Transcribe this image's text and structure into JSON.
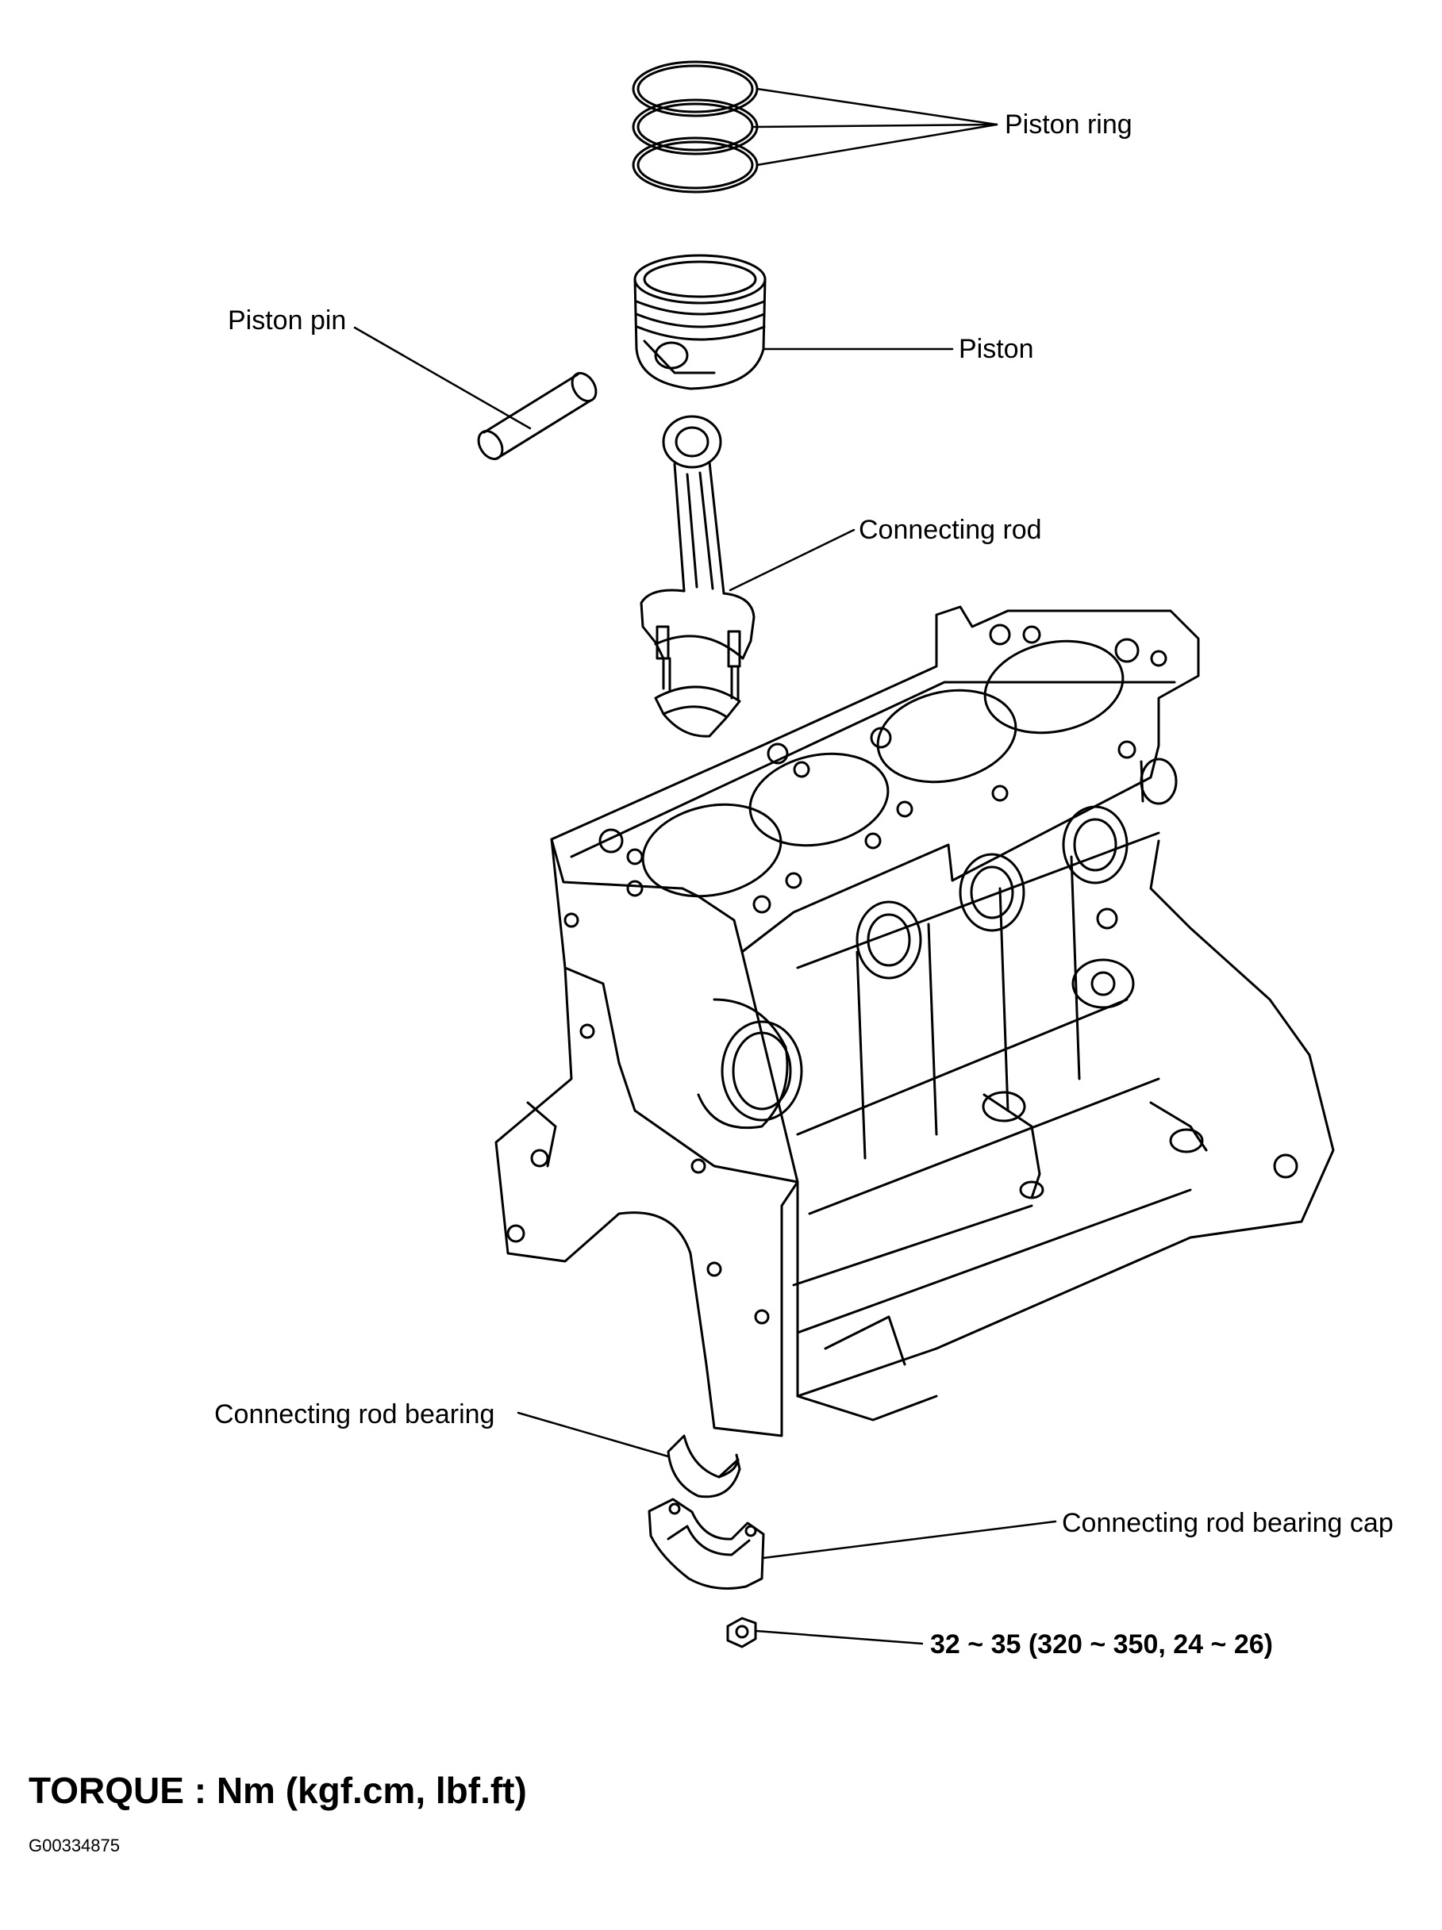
{
  "labels": {
    "piston_ring": "Piston ring",
    "piston_pin": "Piston pin",
    "piston": "Piston",
    "connecting_rod": "Connecting rod",
    "connecting_rod_bearing": "Connecting rod bearing",
    "connecting_rod_bearing_cap": "Connecting rod bearing cap",
    "nut_torque": "32 ~ 35 (320 ~ 350, 24 ~ 26)"
  },
  "footer": {
    "torque_units": "TORQUE : Nm (kgf.cm, lbf.ft)",
    "figure_id": "G00334875"
  },
  "colors": {
    "line": "#000000",
    "background": "#ffffff"
  }
}
